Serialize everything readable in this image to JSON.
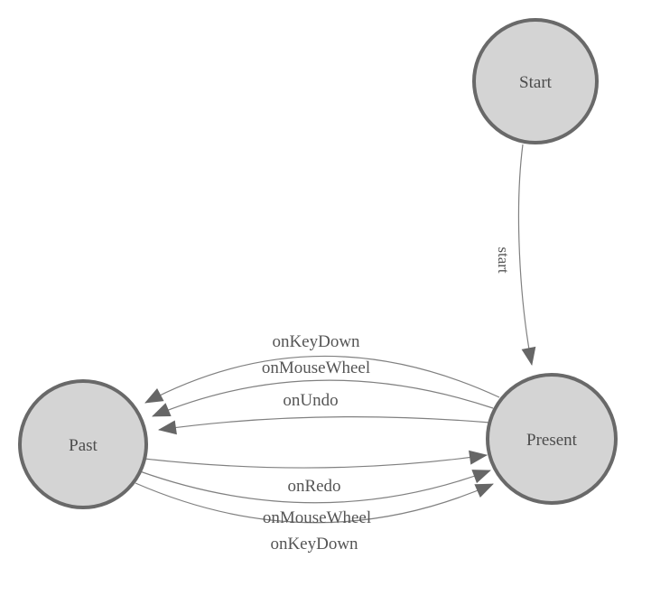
{
  "diagram": {
    "type": "finite-state-machine",
    "background_color": "#ffffff",
    "colors": {
      "node_fill": "#d4d4d4",
      "node_stroke": "#696969",
      "edge_stroke": "#808080",
      "arrowhead_fill": "#666666",
      "label_text": "#555555"
    },
    "nodes": [
      {
        "id": "start",
        "label": "Start"
      },
      {
        "id": "past",
        "label": "Past"
      },
      {
        "id": "present",
        "label": "Present"
      }
    ],
    "edges": [
      {
        "from": "start",
        "to": "present",
        "label": "start"
      },
      {
        "from": "present",
        "to": "past",
        "label": "onKeyDown"
      },
      {
        "from": "present",
        "to": "past",
        "label": "onMouseWheel"
      },
      {
        "from": "present",
        "to": "past",
        "label": "onUndo"
      },
      {
        "from": "past",
        "to": "present",
        "label": "onRedo"
      },
      {
        "from": "past",
        "to": "present",
        "label": "onMouseWheel"
      },
      {
        "from": "past",
        "to": "present",
        "label": "onKeyDown"
      }
    ]
  }
}
